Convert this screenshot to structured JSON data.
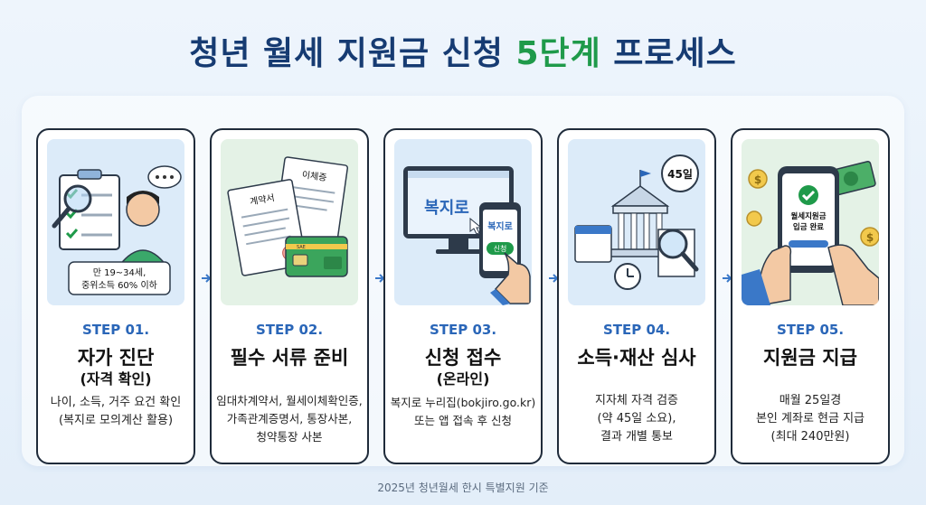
{
  "title": {
    "main": "청년 월세 지원금 신청 ",
    "accent": "5단계",
    "tail": " 프로세스"
  },
  "steps": [
    {
      "label": "STEP 01.",
      "title": "자가 진단",
      "subtitle": "(자격 확인)",
      "desc": [
        "나이, 소득, 거주 요건 확인",
        "(복지로 모의계산 활용)"
      ],
      "illus_text": [
        "만 19~34세,",
        "중위소득 60% 이하"
      ]
    },
    {
      "label": "STEP 02.",
      "title": "필수 서류 준비",
      "subtitle": "",
      "desc": [
        "임대차계약서, 월세이체확인증,",
        "가족관계증명서, 통장사본,",
        "청약통장 사본"
      ],
      "illus_text": [
        "계약서",
        "이체증",
        "SAE"
      ]
    },
    {
      "label": "STEP 03.",
      "title": "신청 접수",
      "subtitle": "(온라인)",
      "desc": [
        "복지로 누리집(bokjiro.go.kr)",
        "또는 앱 접속 후 신청"
      ],
      "illus_text": [
        "복지로",
        "복지로",
        "신청"
      ]
    },
    {
      "label": "STEP 04.",
      "title": "소득·재산 심사",
      "subtitle": "",
      "desc": [
        "지자체 자격 검증",
        "(약 45일 소요),",
        "결과 개별 통보"
      ],
      "illus_text": [
        "45일"
      ]
    },
    {
      "label": "STEP 05.",
      "title": "지원금 지급",
      "subtitle": "",
      "desc": [
        "매월 25일경",
        "본인 계좌로 현금 지급",
        "(최대 240만원)"
      ],
      "illus_text": [
        "월세지원금",
        "입금 완료",
        "$",
        "$"
      ]
    }
  ],
  "footnote": "2025년 청년월세 한시 특별지원 기준",
  "colors": {
    "title": "#163b72",
    "accent": "#1f9a4a",
    "step_label": "#2a66b8"
  }
}
